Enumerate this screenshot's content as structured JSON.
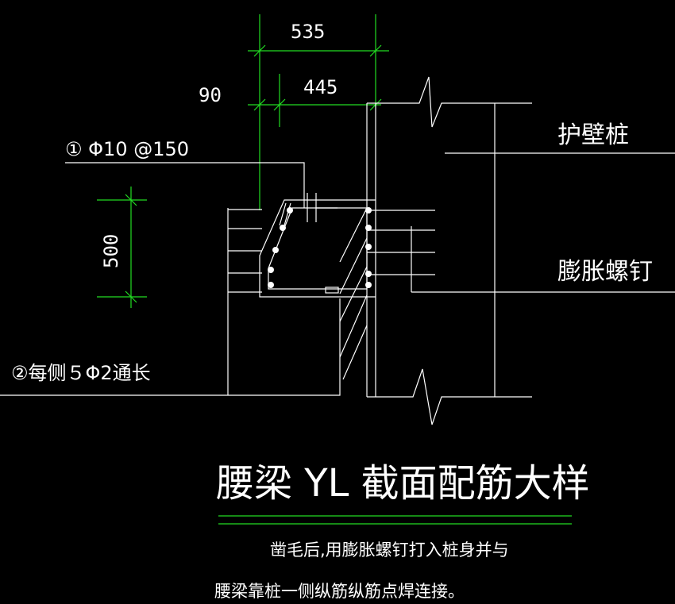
{
  "colors": {
    "background": "#000000",
    "line": "#ffffff",
    "dimension": "#22dd22"
  },
  "dimensions": {
    "top_width": "535",
    "inner_width": "445",
    "offset": "90",
    "height": "500"
  },
  "labels": {
    "stirrup": "① Φ10 @150",
    "longitudinal": "②每侧５Φ2通长",
    "pile": "护壁桩",
    "bolt": "膨胀螺钉"
  },
  "title": "腰梁 YL 截面配筋大样",
  "notes": {
    "line1": "凿毛后,用膨胀螺钉打入桩身并与",
    "line2": "腰梁靠桩一侧纵筋纵筋点焊连接。"
  }
}
